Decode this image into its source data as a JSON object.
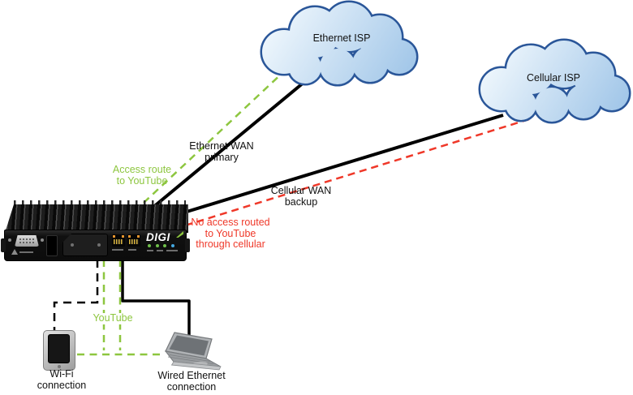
{
  "clouds": {
    "ethernet": {
      "label": "Ethernet ISP"
    },
    "cellular": {
      "label": "Cellular ISP"
    }
  },
  "links": {
    "ethernet_wan": {
      "lines": [
        "Ethernet WAN",
        "primary"
      ],
      "style": "solid"
    },
    "cellular_wan": {
      "lines": [
        "Cellular WAN",
        "backup"
      ],
      "style": "solid"
    },
    "access_route": {
      "lines": [
        "Access route",
        "to YouTube"
      ],
      "style": "dashed"
    },
    "no_access": {
      "lines": [
        "No access routed",
        "to YouTube",
        "through cellular"
      ],
      "style": "dashed"
    },
    "youtube": {
      "label": "YouTube",
      "style": "dashed"
    }
  },
  "devices": {
    "router": {
      "brand": "DIGI"
    },
    "wifi_client": {
      "lines": [
        "Wi-Fi",
        "connection"
      ]
    },
    "wired_client": {
      "lines": [
        "Wired Ethernet",
        "connection"
      ]
    }
  },
  "colors": {
    "route_green": "#8DC63F",
    "no_access_red": "#EF3829",
    "line_black": "#000000",
    "cloud_border": "#2A5699",
    "cloud_fill_light": "#F4FAFE",
    "cloud_fill_dark": "#9CC3E7",
    "digi_green": "#8DC63F",
    "led_green": "#6FBF4A",
    "led_blue": "#44A8E0"
  }
}
